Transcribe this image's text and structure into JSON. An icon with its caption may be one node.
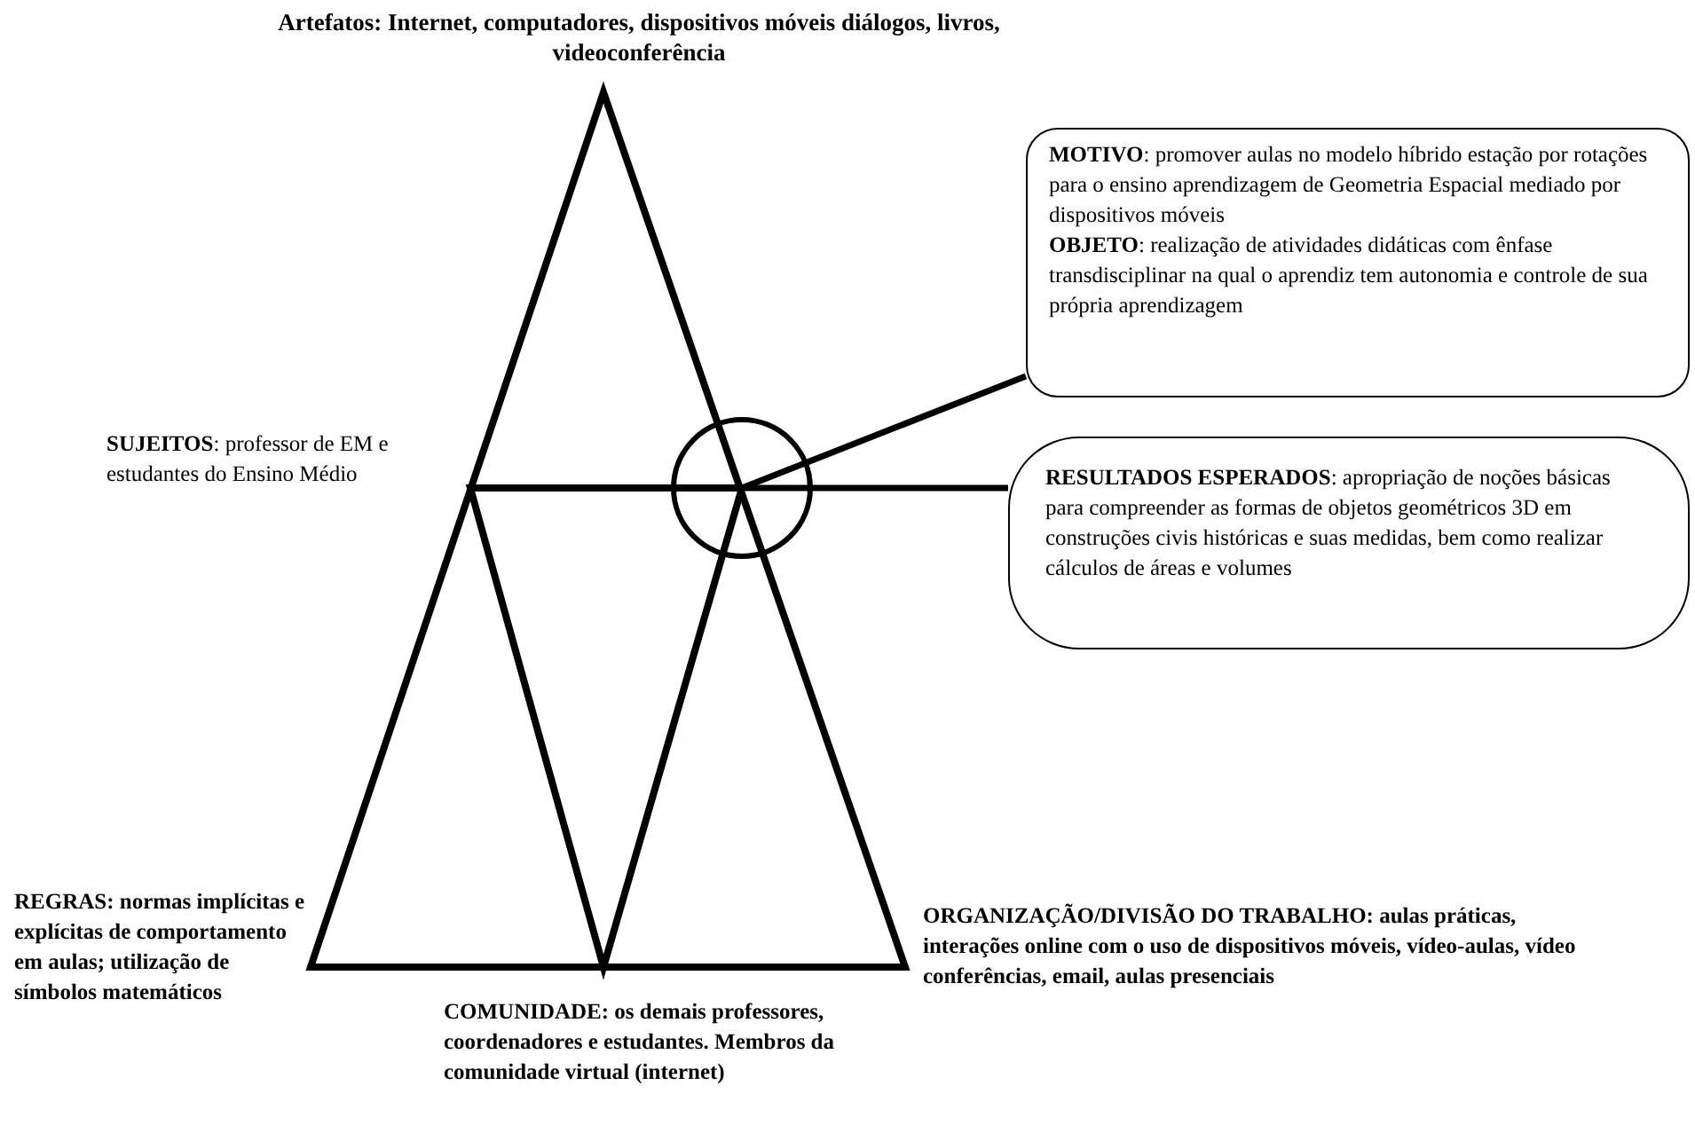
{
  "diagram": {
    "nodes": [
      {
        "text": [
          "**MOTIVO**: promover aulas no modelo híbrido estação por rotações  para o ensino aprendizagem de Geometria Espacial mediado por dispositivos móveis",
          "**OBJETO**: realização de atividades didáticas com ênfase transdisciplinar na qual o aprendiz tem autonomia e controle de sua própria aprendizagem"
        ]
      },
      {
        "text": [
          "**RESULTADOS ESPERADOS**: apropriação de noções básicas para compreender as formas de objetos geométricos 3D em construções civis históricas e suas medidas, bem como realizar cálculos de áreas e volumes"
        ]
      },
      {
        "text": [],
        "shape": "circle"
      }
    ],
    "edges": [
      {
        "from": 2,
        "to": 0,
        "arrow": "none"
      },
      {
        "from": 2,
        "to": 1,
        "arrow": "none"
      }
    ],
    "labels": [
      "Artefatos: Internet, computadores, dispositivos móveis diálogos, livros, videoconferência",
      "**SUJEITOS**: professor de EM e estudantes do Ensino Médio",
      "REGRAS: normas implícitas e explícitas de comportamento em aulas; utilização de símbolos matemáticos",
      "COMUNIDADE: os demais professores, coordenadores e estudantes. Membros da comunidade virtual (internet)",
      "ORGANIZAÇÃO/DIVISÃO DO TRABALHO: aulas práticas, interações online com o uso de dispositivos móveis, vídeo-aulas, vídeo conferências, email, aulas presenciais"
    ]
  }
}
